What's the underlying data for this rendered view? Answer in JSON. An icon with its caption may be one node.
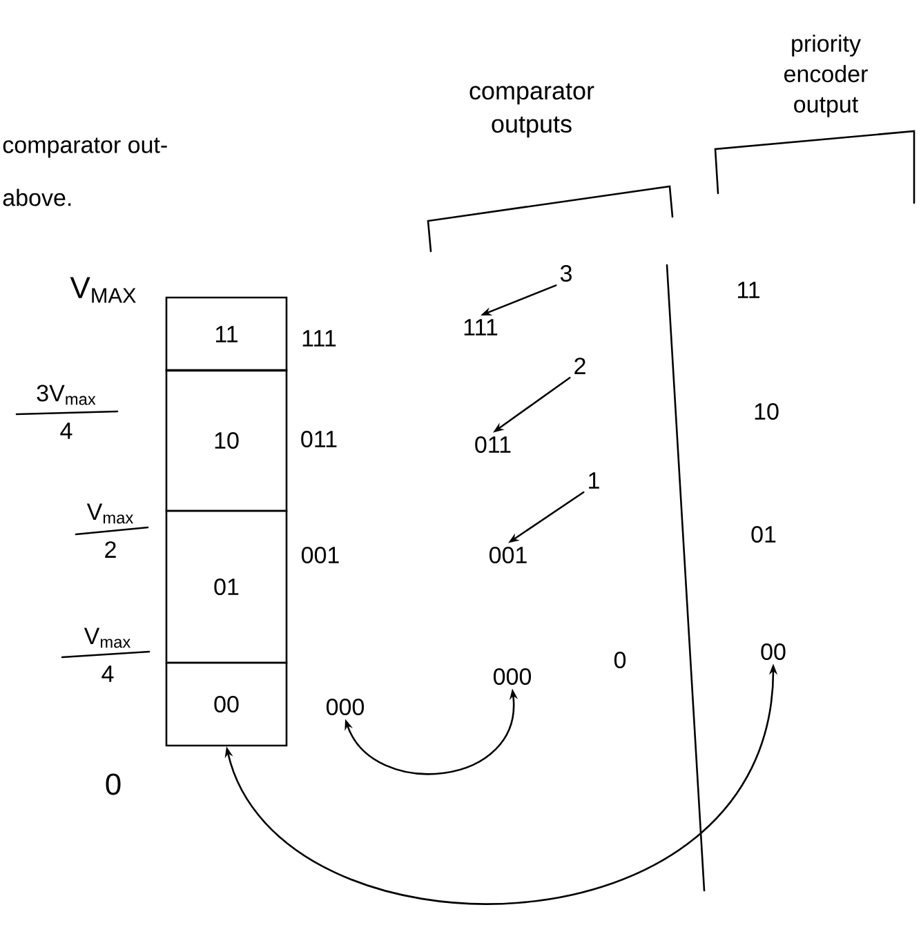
{
  "diagram": {
    "nodes": [
      {
        "text": [
          "11"
        ]
      },
      {
        "text": [
          "10"
        ]
      },
      {
        "text": [
          "01"
        ]
      },
      {
        "text": [
          "00"
        ]
      },
      {
        "text": [
          "111"
        ]
      },
      {
        "text": [
          "011"
        ]
      },
      {
        "text": [
          "001"
        ]
      },
      {
        "text": [
          "000"
        ]
      },
      {
        "text": [
          "3"
        ]
      },
      {
        "text": [
          "111"
        ]
      },
      {
        "text": [
          "2"
        ]
      },
      {
        "text": [
          "011"
        ]
      },
      {
        "text": [
          "1"
        ]
      },
      {
        "text": [
          "001"
        ]
      },
      {
        "text": [
          "000"
        ]
      },
      {
        "text": [
          "11"
        ]
      },
      {
        "text": [
          "10"
        ]
      },
      {
        "text": [
          "01"
        ]
      },
      {
        "text": [
          "00"
        ]
      }
    ],
    "edges": [
      {
        "from": 8,
        "to": 9,
        "arrow": "to"
      },
      {
        "from": 10,
        "to": 11,
        "arrow": "to"
      },
      {
        "from": 12,
        "to": 13,
        "arrow": "to"
      },
      {
        "from": 14,
        "to": 7,
        "arrow": "both"
      },
      {
        "from": 3,
        "to": 18,
        "arrow": "both"
      }
    ],
    "labels": [
      "comparator out-",
      "above.",
      "comparator outputs",
      "priority encoder output",
      "V$_{MAX}$",
      "3V$_{max}$",
      "4",
      "V$_{max}$",
      "2",
      "V$_{max}$",
      "4",
      "0",
      "0"
    ]
  }
}
